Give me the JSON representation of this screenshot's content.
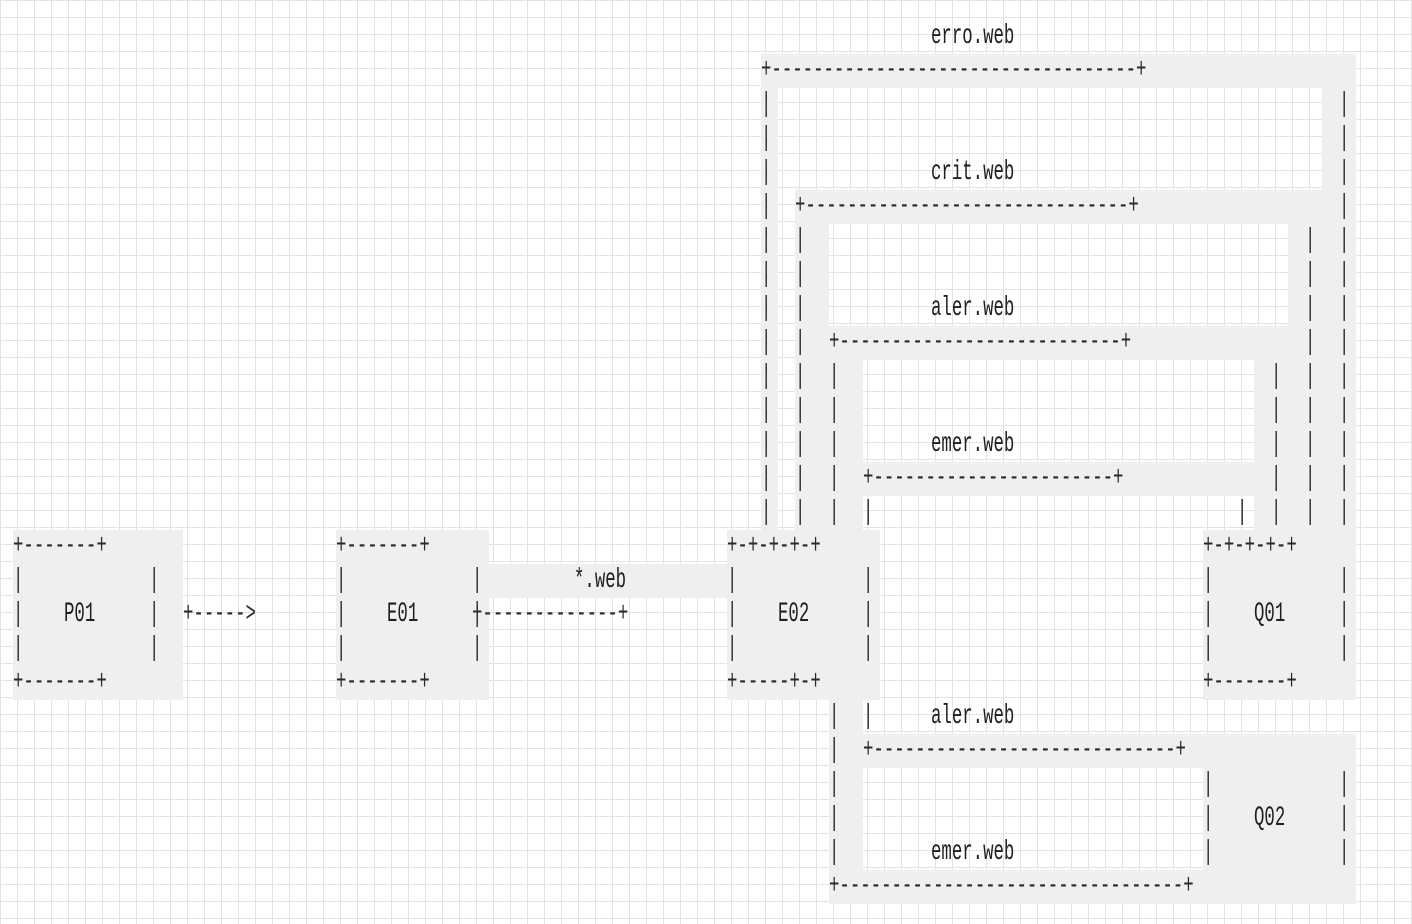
{
  "nodes": {
    "p01": "P01",
    "e01": "E01",
    "e02": "E02",
    "q01": "Q01",
    "q02": "Q02"
  },
  "edges": {
    "star_web": "*.web",
    "erro_web": "erro.web",
    "crit_web": "crit.web",
    "aler_web_q01": "aler.web",
    "emer_web_q01": "emer.web",
    "aler_web_q02": "aler.web",
    "emer_web_q02": "emer.web"
  },
  "ascii": {
    "box_border": "+-------+",
    "box_side": "|       |",
    "arrow_p01_e01": "+----->",
    "line_e01_e02": "+-------------+",
    "line_erro": "+-----------------------------------+",
    "line_crit": "+-------------------------------+",
    "line_aler_top": "+---------------------------+",
    "line_emer_top": "+-----------------------+",
    "e02_top": "+-+-+-+-+",
    "e02_bottom": "+-----+-+",
    "q01_top": "+-+-+-+-+",
    "q01_bottom": "+-------+",
    "line_aler_bottom": "+-----------------------------+",
    "line_emer_bottom": "+---------------------------------+"
  }
}
